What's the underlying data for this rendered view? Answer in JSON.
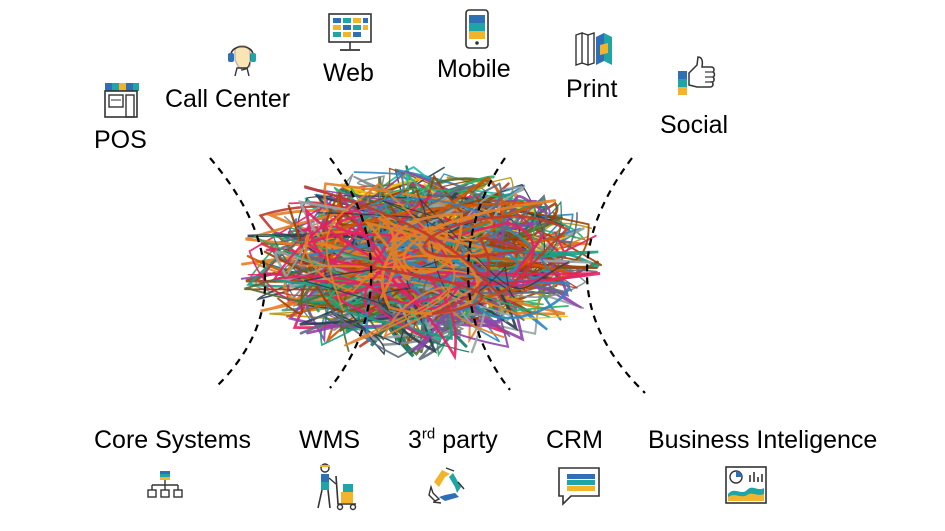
{
  "channels": {
    "pos": "POS",
    "call_center": "Call Center",
    "web": "Web",
    "mobile": "Mobile",
    "print": "Print",
    "social": "Social"
  },
  "systems": {
    "core_systems": "Core Systems",
    "wms": "WMS",
    "third_party_num": "3",
    "third_party_sup": "rd",
    "third_party_rest": " party",
    "crm": "CRM",
    "bi": "Business Inteligence"
  },
  "icons": {
    "pos": "store-icon",
    "call_center": "headset-agent-icon",
    "web": "desktop-monitor-icon",
    "mobile": "smartphone-icon",
    "print": "open-book-icon",
    "social": "thumbs-up-icon",
    "core_systems": "org-chart-icon",
    "wms": "warehouse-worker-icon",
    "third_party": "recycle-arrows-icon",
    "crm": "chat-bubble-icon",
    "bi": "dashboard-chart-icon"
  },
  "colors": {
    "stripe_blue": "#2f6fb5",
    "stripe_teal": "#1fa5a6",
    "stripe_yellow": "#f2b42a",
    "outline": "#333333"
  }
}
